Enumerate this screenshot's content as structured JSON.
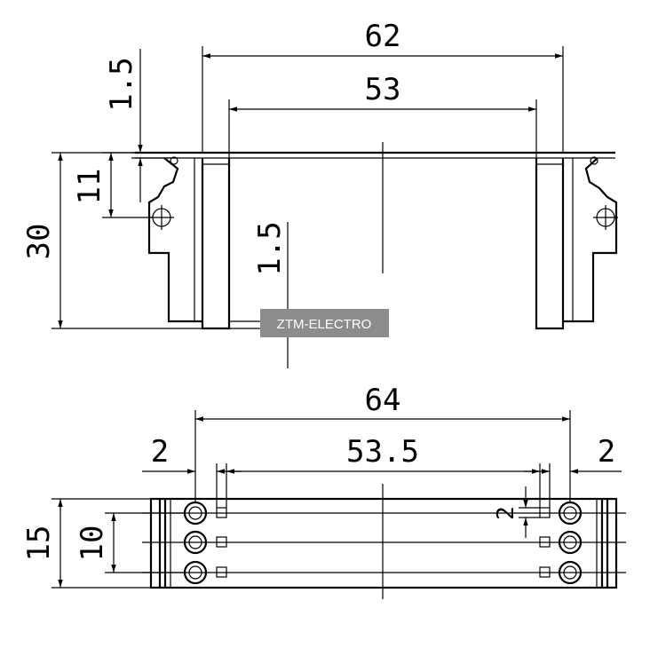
{
  "top_view": {
    "dim_width_outer": "62",
    "dim_width_inner": "53",
    "dim_flange_thickness": "1.5",
    "dim_side_height": "11",
    "dim_total_height": "30",
    "dim_wall_thickness": "1.5"
  },
  "bottom_view": {
    "dim_total_length": "64",
    "dim_pitch": "53.5",
    "dim_left_offset": "2",
    "dim_right_offset": "2",
    "dim_depth": "15",
    "dim_pin_span": "10",
    "dim_pin_gap": "2"
  },
  "watermark": {
    "text": "ZTM-ELECTRO"
  },
  "colors": {
    "line": "#000000",
    "watermark_bg": "#8c8c8c",
    "background": "#ffffff"
  }
}
